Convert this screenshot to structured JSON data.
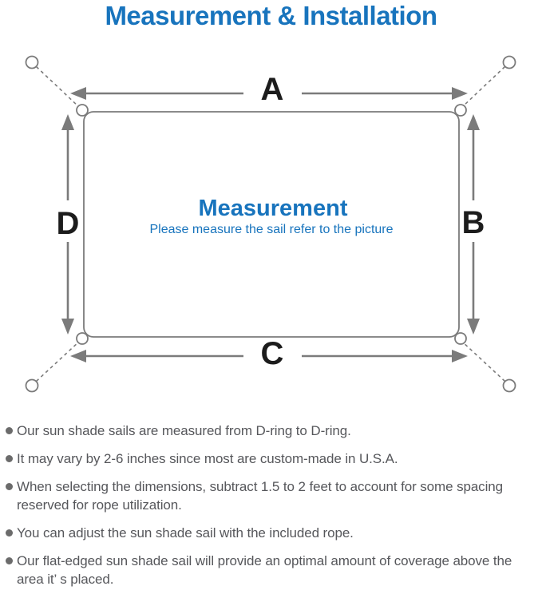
{
  "title": "Measurement & Installation",
  "diagram": {
    "center_title": "Measurement",
    "center_subtitle": "Please measure the sail refer to the picture",
    "labels": {
      "top": "A",
      "right": "B",
      "bottom": "C",
      "left": "D"
    }
  },
  "colors": {
    "accent_blue": "#1874bd",
    "line_gray": "#7b7b7b",
    "body_text_gray": "#56575b",
    "label_black": "#1c1c1c",
    "background": "#ffffff"
  },
  "bullets": [
    "Our sun shade sails are measured from D-ring to D-ring.",
    "It may vary by 2-6 inches since most are custom-made in U.S.A.",
    "When selecting the dimensions, subtract 1.5 to 2 feet to account for some spacing reserved for rope utilization.",
    "You can adjust the sun shade sail with the included rope.",
    "Our flat-edged sun shade sail will provide an optimal amount of coverage above the area it’ s placed."
  ]
}
